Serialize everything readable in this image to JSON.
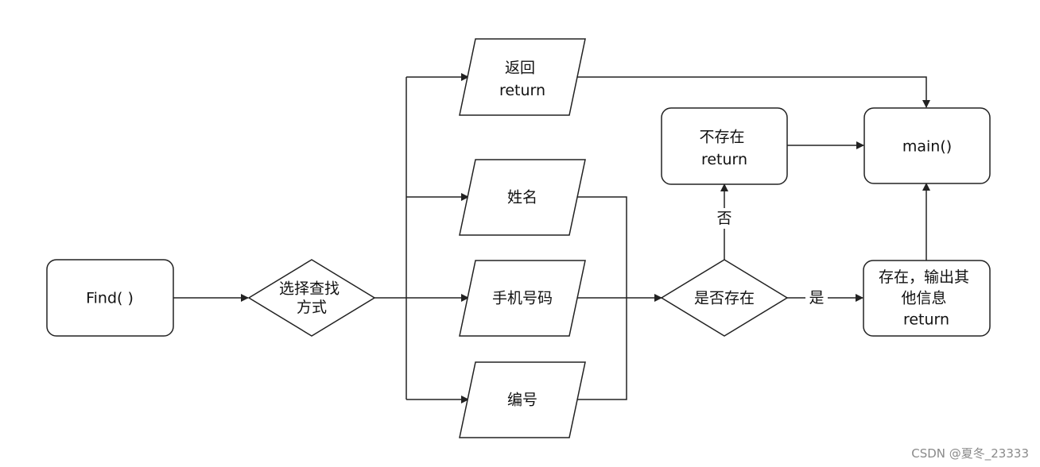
{
  "nodes": {
    "find": {
      "lines": [
        "Find( )"
      ]
    },
    "choose": {
      "lines": [
        "选择查找",
        "方式"
      ]
    },
    "return_back": {
      "lines": [
        "返回",
        "return"
      ]
    },
    "by_name": {
      "lines": [
        "姓名"
      ]
    },
    "by_phone": {
      "lines": [
        "手机号码"
      ]
    },
    "by_id": {
      "lines": [
        "编号"
      ]
    },
    "exists_check": {
      "lines": [
        "是否存在"
      ]
    },
    "not_exist": {
      "lines": [
        "不存在",
        "return"
      ]
    },
    "main": {
      "lines": [
        "main()"
      ]
    },
    "exist_output": {
      "lines": [
        "存在，输出其",
        "他信息",
        "return"
      ]
    }
  },
  "edge_labels": {
    "no": "否",
    "yes": "是"
  },
  "watermark": "CSDN @夏冬_23333"
}
